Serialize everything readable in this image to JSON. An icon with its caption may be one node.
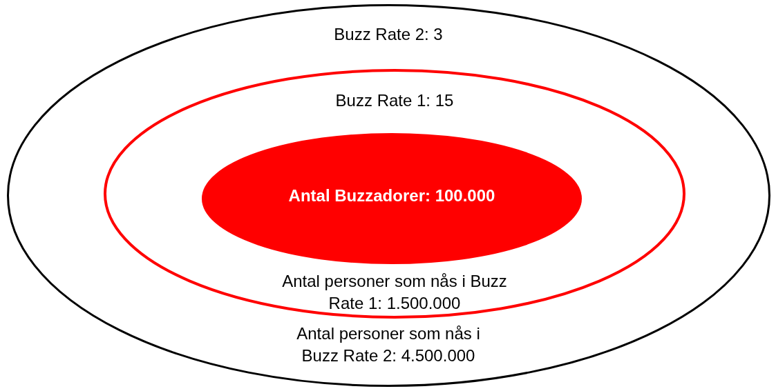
{
  "diagram": {
    "nodes": [
      {
        "text": [
          "Buzz Rate 2: 3",
          "Antal personer som nås i Buzz Rate 2: 4.500.000"
        ]
      },
      {
        "text": [
          "Buzz Rate 1: 15",
          "Antal personer som nås i Buzz Rate 1: 1.500.000"
        ],
        "in": 0
      },
      {
        "text": [
          "Antal Buzzadorer: 100.000"
        ],
        "in": 1
      }
    ]
  }
}
